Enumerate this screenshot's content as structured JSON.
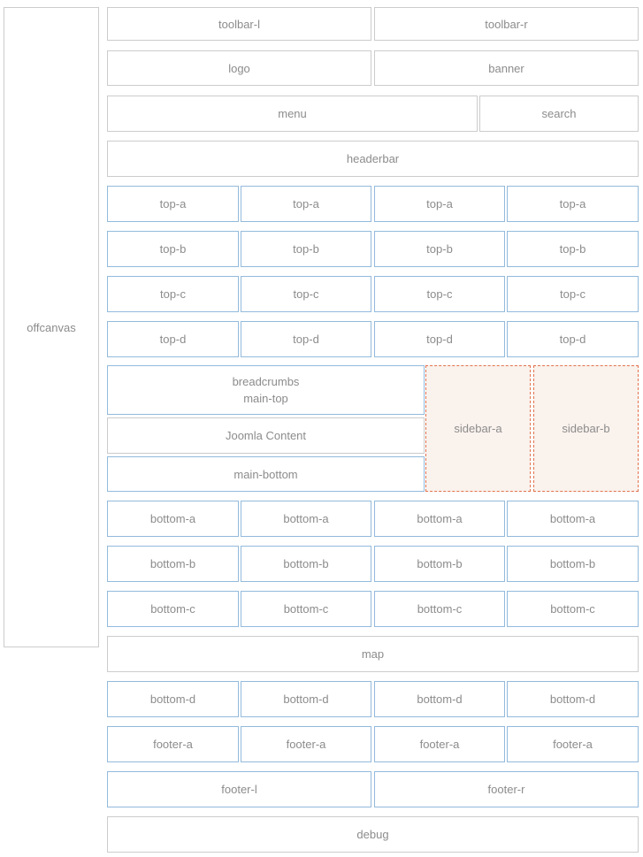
{
  "palette": {
    "page_bg": "#ffffff",
    "container_border": "#cccccc",
    "module_border": "#93badc",
    "sidebar_border": "#e2734e",
    "sidebar_bg": "#faf2ed",
    "label_text": "#8c8c8c"
  },
  "positions": {
    "offcanvas": "offcanvas",
    "toolbar_l": "toolbar-l",
    "toolbar_r": "toolbar-r",
    "logo": "logo",
    "banner": "banner",
    "menu": "menu",
    "search": "search",
    "headerbar": "headerbar",
    "top_a": [
      "top-a",
      "top-a",
      "top-a",
      "top-a"
    ],
    "top_b": [
      "top-b",
      "top-b",
      "top-b",
      "top-b"
    ],
    "top_c": [
      "top-c",
      "top-c",
      "top-c",
      "top-c"
    ],
    "top_d": [
      "top-d",
      "top-d",
      "top-d",
      "top-d"
    ],
    "main_top_lines": [
      "breadcrumbs",
      "main-top"
    ],
    "component": "Joomla Content",
    "main_bottom": "main-bottom",
    "sidebar_a": "sidebar-a",
    "sidebar_b": "sidebar-b",
    "bottom_a": [
      "bottom-a",
      "bottom-a",
      "bottom-a",
      "bottom-a"
    ],
    "bottom_b": [
      "bottom-b",
      "bottom-b",
      "bottom-b",
      "bottom-b"
    ],
    "bottom_c": [
      "bottom-c",
      "bottom-c",
      "bottom-c",
      "bottom-c"
    ],
    "map": "map",
    "bottom_d": [
      "bottom-d",
      "bottom-d",
      "bottom-d",
      "bottom-d"
    ],
    "footer_a": [
      "footer-a",
      "footer-a",
      "footer-a",
      "footer-a"
    ],
    "footer_l": "footer-l",
    "footer_r": "footer-r",
    "debug": "debug"
  }
}
